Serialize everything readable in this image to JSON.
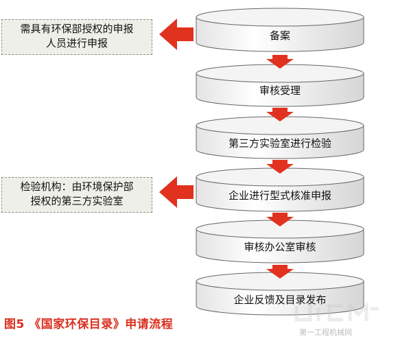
{
  "steps": [
    {
      "label": "备案"
    },
    {
      "label": "审核受理"
    },
    {
      "label": "第三方实验室进行检验"
    },
    {
      "label": "企业进行型式核准申报"
    },
    {
      "label": "审核办公室审核"
    },
    {
      "label": "企业反馈及目录发布"
    }
  ],
  "notes": {
    "top": {
      "line1": "需具有环保部授权的申报",
      "line2": "人员进行申报"
    },
    "bottom": {
      "line1": "检验机构：由环境保护部",
      "line2": "授权的第三方实验室"
    }
  },
  "caption": "图5 《国家环保目录》申请流程",
  "watermark": {
    "text": "第一工程机械网",
    "logo": "d1cm"
  },
  "colors": {
    "arrow": "#e1321f",
    "caption": "#d9301f"
  }
}
